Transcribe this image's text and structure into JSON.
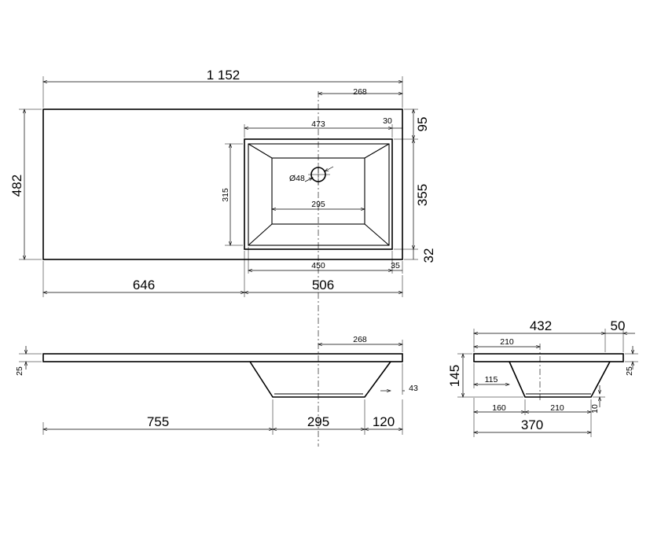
{
  "top_view": {
    "overall_width": "1 152",
    "overall_depth": "482",
    "drain_offset_top": "268",
    "bowl_outer_width": "473",
    "bowl_right_margin": "30",
    "bowl_top_margin": "95",
    "bowl_inner_depth": "315",
    "bowl_outer_depth": "355",
    "bowl_bottom_margin": "32",
    "drain_diameter": "Ø48",
    "bowl_floor_width": "295",
    "bowl_width": "450",
    "bowl_right_margin_bottom": "35",
    "left_counter": "646",
    "right_section": "506"
  },
  "front_view": {
    "drain_offset": "268",
    "slab_thickness": "25",
    "bowl_wall_offset": "43",
    "left_length": "755",
    "floor_width": "295",
    "right_length": "120"
  },
  "side_view": {
    "total_depth": "432",
    "back_depth": "50",
    "drain_offset": "210",
    "height": "145",
    "slab_thickness": "25",
    "inner_offset": "115",
    "front_offset": "160",
    "floor_width": "210",
    "floor_thickness": "10",
    "bowl_width": "370"
  }
}
